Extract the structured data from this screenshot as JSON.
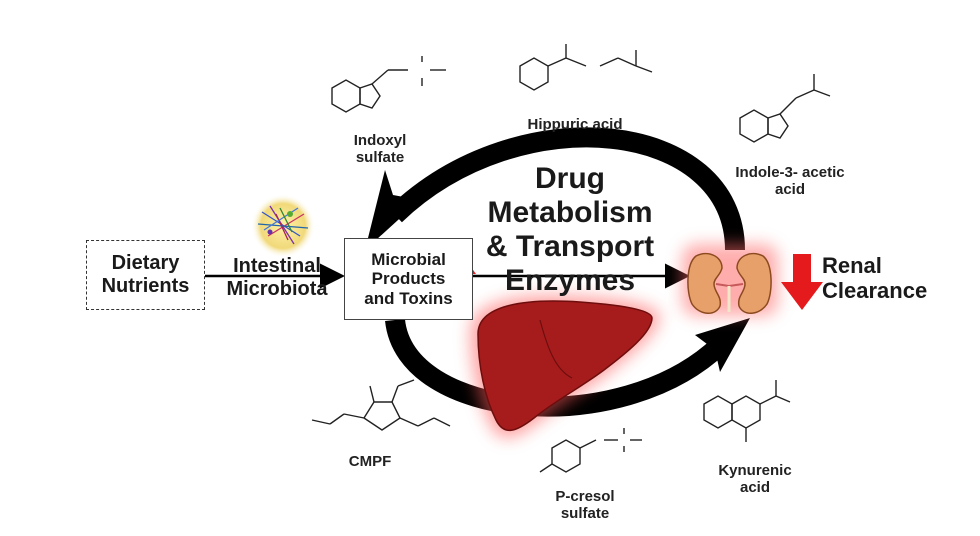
{
  "inputs": {
    "dietary": [
      "Dietary",
      "Nutrients"
    ],
    "microbiota": [
      "Intestinal",
      "Microbiota"
    ],
    "products": [
      "Microbial",
      "Products",
      "and Toxins"
    ]
  },
  "center": [
    "Drug",
    "Metabolism",
    "& Transport",
    "Enzymes"
  ],
  "output": [
    "Renal",
    "Clearance"
  ],
  "metabolites": {
    "indoxyl": [
      "Indoxyl",
      "sulfate"
    ],
    "hippuric": "Hippuric acid",
    "indole": [
      "Indole-3- acetic",
      "acid"
    ],
    "cmpf": "CMPF",
    "pcresol": [
      "P-cresol",
      "sulfate"
    ],
    "kynurenic": [
      "Kynurenic",
      "acid"
    ]
  },
  "colors": {
    "arrow": "#000000",
    "increase": "#e41a1c",
    "decrease": "#e41a1c",
    "liver": "#a61c1c",
    "kidney": "#e8a06b",
    "glow": "#ff6b6b"
  },
  "icons": [
    "up-arrow-icon",
    "down-arrow-icon",
    "liver-icon",
    "kidney-icon",
    "microbiota-icon"
  ]
}
